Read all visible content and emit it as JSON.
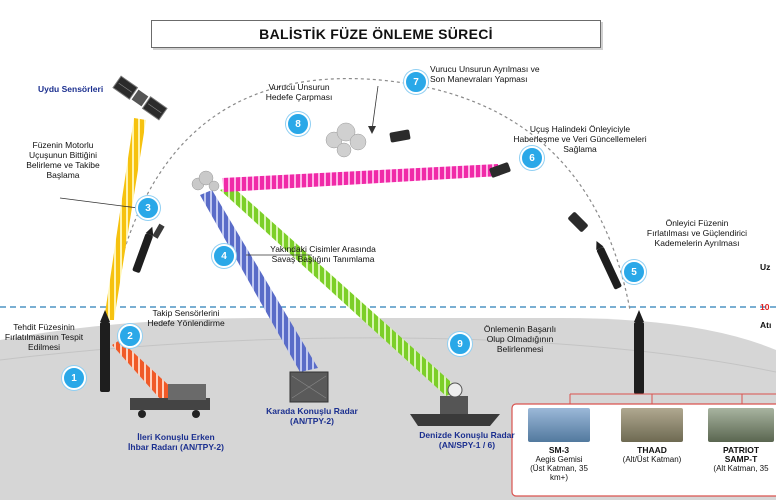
{
  "title": "BALİSTİK FÜZE ÖNLEME SÜRECİ",
  "labels": {
    "satellite": "Uydu Sensörleri",
    "step1": "Tehdit Füzesinin\nFırlatılmasının Tespit\nEdilmesi",
    "step2": "Takip Sensörlerini\nHedefe Yönlendirme",
    "step3": "Füzenin Motorlu\nUçuşunun Bittiğini\nBelirleme ve Takibe\nBaşlama",
    "step4": "Yakındaki Cisimler Arasında\nSavaş Başlığını Tanımlama",
    "step5": "Önleyici Füzenin\nFırlatılması ve Güçlendirici\nKademelerin Ayrılması",
    "step6": "Uçuş Halindeki Önleyiciyle\nHaberleşme ve Veri Güncellemeleri\nSağlama",
    "step7": "Vurucu Unsurun Ayrılması ve\nSon Manevraları Yapması",
    "step8": "Vurucu Unsurun\nHedefe Çarpması",
    "step9": "Önlemenin Başarılı\nOlup Olmadığının\nBelirlenmesi",
    "forward_radar": "İleri Konuşlu Erken\nİhbar Radarı (AN/TPY-2)",
    "land_radar": "Karada Konuşlu Radar\n(AN/TPY-2)",
    "sea_radar": "Denizde Konuşlu Radar\n(AN/SPY-1 / 6)",
    "edge_top": "Uz",
    "edge_mid": "10",
    "edge_bot": "Atı"
  },
  "badges": [
    "1",
    "2",
    "3",
    "4",
    "5",
    "6",
    "7",
    "8",
    "9"
  ],
  "systems": [
    {
      "name": "SM-3",
      "desc": "Aegis Gemisi\n(Üst Katman, 35 km+)"
    },
    {
      "name": "THAAD",
      "desc": "(Alt/Üst Katman)"
    },
    {
      "name": "PATRIOT\nSAMP-T",
      "desc": "(Alt Katman, 35"
    }
  ],
  "colors": {
    "badge": "#2aa8e8",
    "beam_yellow": "#f6c20f",
    "beam_red": "#f05a28",
    "beam_blue": "#5a6cc8",
    "beam_green": "#7ccf28",
    "beam_magenta": "#f02aa8",
    "ground": "#d6d6d6",
    "systems_border": "#d9534f"
  }
}
